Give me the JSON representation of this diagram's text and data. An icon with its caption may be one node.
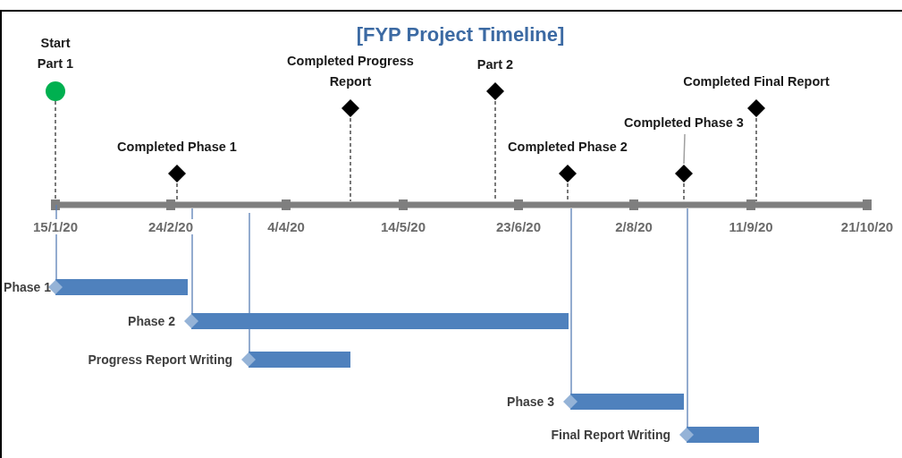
{
  "diagram": {
    "title": "[FYP Project Timeline]",
    "nodes": [
      {
        "text": [
          "Start Part 1"
        ]
      },
      {
        "text": [
          "Completed Phase 1"
        ]
      },
      {
        "text": [
          "Completed Progress Report"
        ]
      },
      {
        "text": [
          "Part 2"
        ]
      },
      {
        "text": [
          "Completed Phase 2"
        ]
      },
      {
        "text": [
          "Completed Phase 3"
        ]
      },
      {
        "text": [
          "Completed Final Report"
        ]
      },
      {
        "text": [
          "Phase 1"
        ]
      },
      {
        "text": [
          "Phase 2"
        ]
      },
      {
        "text": [
          "Progress Report Writing"
        ]
      },
      {
        "text": [
          "Phase 3"
        ]
      },
      {
        "text": [
          "Final Report Writing"
        ]
      },
      {
        "text": [],
        "shape": "diamond"
      }
    ],
    "edges": [
      {
        "from": 5,
        "to": 12,
        "arrow": "none"
      }
    ],
    "labels": [
      "15/1/20",
      "24/2/20",
      "4/4/20",
      "14/5/20",
      "23/6/20",
      "2/8/20",
      "11/9/20",
      "21/10/20"
    ]
  }
}
